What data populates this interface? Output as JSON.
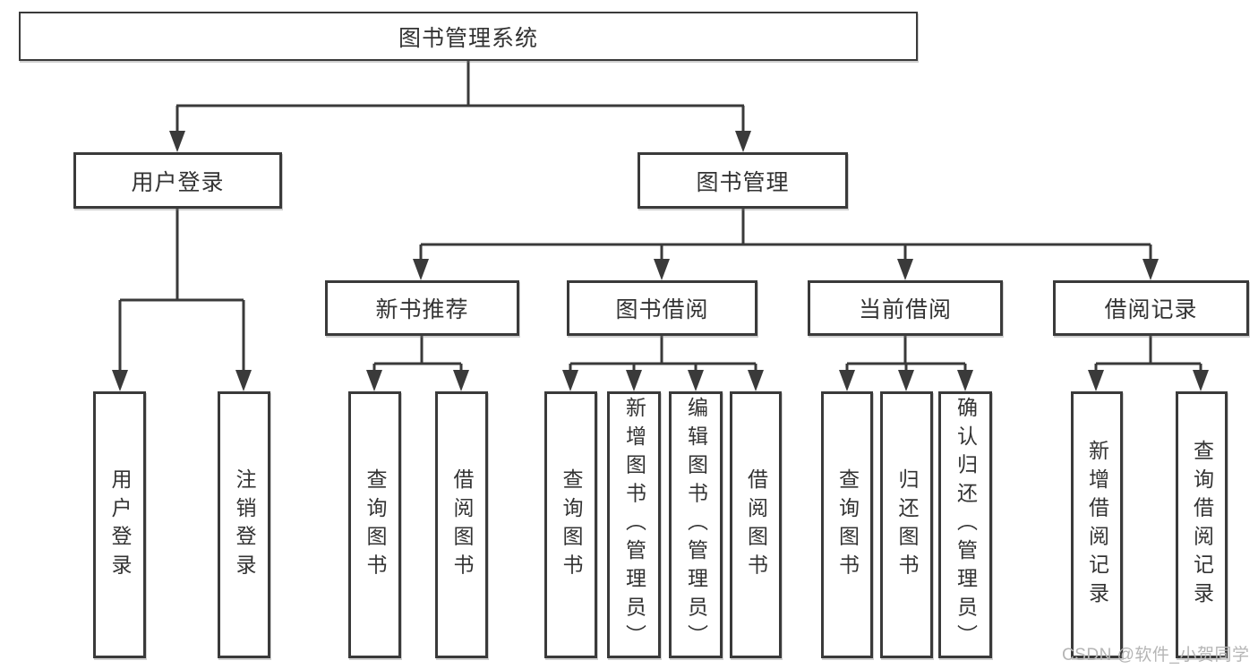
{
  "diagram_title": "图书管理系统",
  "tree": {
    "root": {
      "label": "图书管理系统"
    },
    "branches": [
      {
        "label": "用户登录",
        "children": [
          {
            "label": "用户登录"
          },
          {
            "label": "注销登录"
          }
        ]
      },
      {
        "label": "图书管理",
        "groups": [
          {
            "label": "新书推荐",
            "children": [
              {
                "label": "查询图书"
              },
              {
                "label": "借阅图书"
              }
            ]
          },
          {
            "label": "图书借阅",
            "children": [
              {
                "label": "查询图书"
              },
              {
                "label": "新增图书（管理员）"
              },
              {
                "label": "编辑图书（管理员）"
              },
              {
                "label": "借阅图书"
              }
            ]
          },
          {
            "label": "当前借阅",
            "children": [
              {
                "label": "查询图书"
              },
              {
                "label": "归还图书"
              },
              {
                "label": "确认归还（管理员）"
              }
            ]
          },
          {
            "label": "借阅记录",
            "children": [
              {
                "label": "新增借阅记录"
              },
              {
                "label": "查询借阅记录"
              }
            ]
          }
        ]
      }
    ]
  },
  "watermark": {
    "text": "CSDN @软件_小贺同学"
  },
  "colors": {
    "line": "#3a3a3a",
    "box_border": "#3a3a3a",
    "text": "#333333",
    "watermark": "#b5b5b5",
    "background": "#ffffff"
  }
}
